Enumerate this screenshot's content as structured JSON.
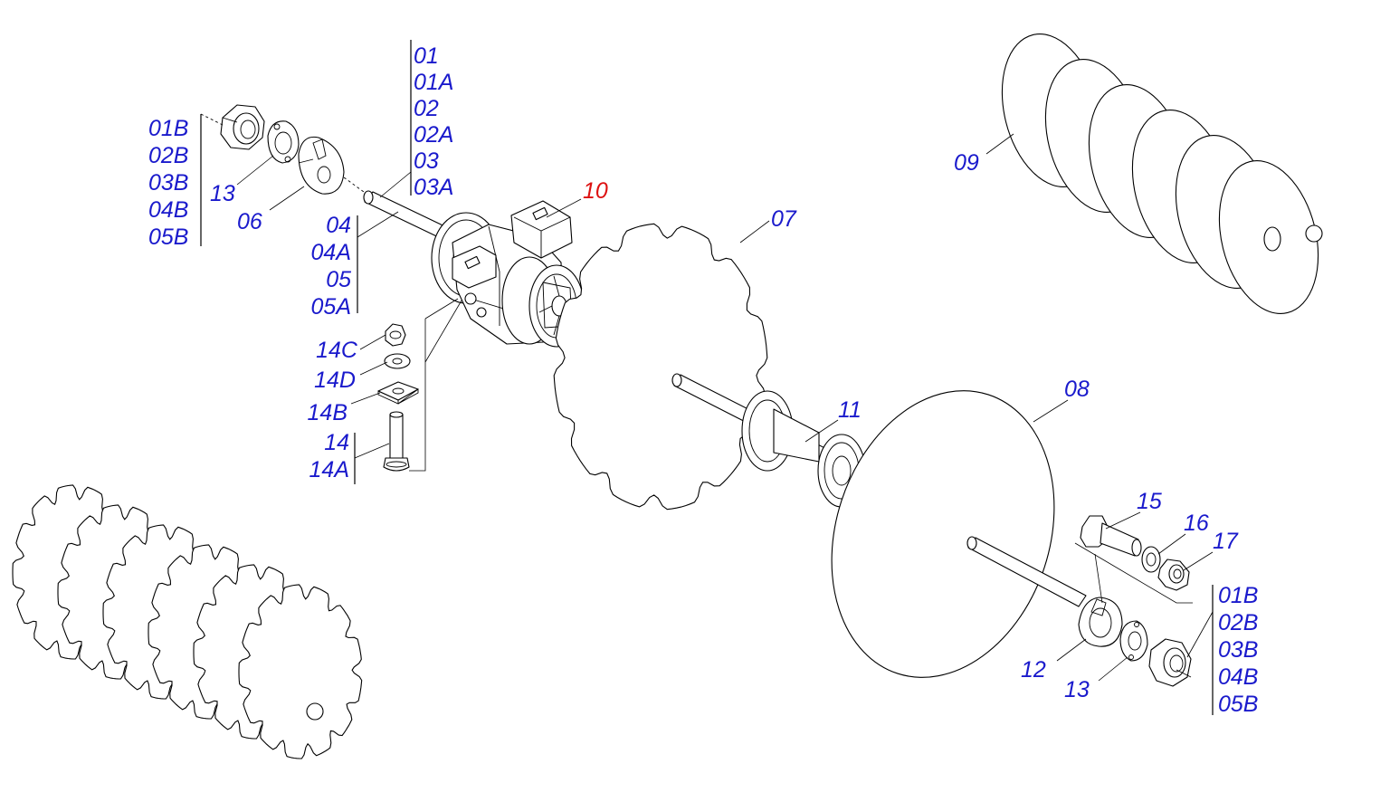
{
  "colors": {
    "label": "#1a1acc",
    "highlight": "#dd1111",
    "line": "#000000",
    "background": "#ffffff"
  },
  "callouts": {
    "g_shaft_parts": [
      "01",
      "01A",
      "02",
      "02A",
      "03",
      "03A"
    ],
    "g_nut_left": [
      "01B",
      "02B",
      "03B",
      "04B",
      "05B"
    ],
    "p13_left": "13",
    "p06": "06",
    "g_shaft_04": [
      "04",
      "04A",
      "05",
      "05A"
    ],
    "p10": "10",
    "p07": "07",
    "p09": "09",
    "p14C": "14C",
    "p14D": "14D",
    "p14B": "14B",
    "g_bolt_14": [
      "14",
      "14A"
    ],
    "p11": "11",
    "p08": "08",
    "p15": "15",
    "p16": "16",
    "p17": "17",
    "g_nut_right": [
      "01B",
      "02B",
      "03B",
      "04B",
      "05B"
    ],
    "p12": "12",
    "p13_right": "13"
  }
}
